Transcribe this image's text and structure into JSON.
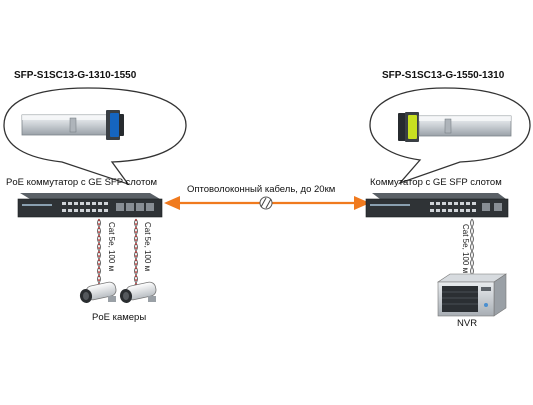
{
  "left": {
    "sfp_model": "SFP-S1SC13-G-1310-1550",
    "switch_label": "PoE коммутатор с GE SFP слотом",
    "cable_1": "Cat 5e, 100 м",
    "cable_2": "Cat 5e, 100 м",
    "cameras_label": "PoE камеры"
  },
  "right": {
    "sfp_model": "SFP-S1SC13-G-1550-1310",
    "switch_label": "Коммутатор с GE SFP слотом",
    "cable": "Cat 5e, 100 м",
    "nvr_label": "NVR"
  },
  "link": {
    "fiber_label": "Оптоволоконный кабель, до 20км"
  },
  "colors": {
    "fiber": "#f07a1e",
    "sfp_left_accent": "#1565c0",
    "sfp_right_accent": "#c8e020",
    "switch_body": "#2f3336",
    "cable_dash": "#d22020"
  }
}
